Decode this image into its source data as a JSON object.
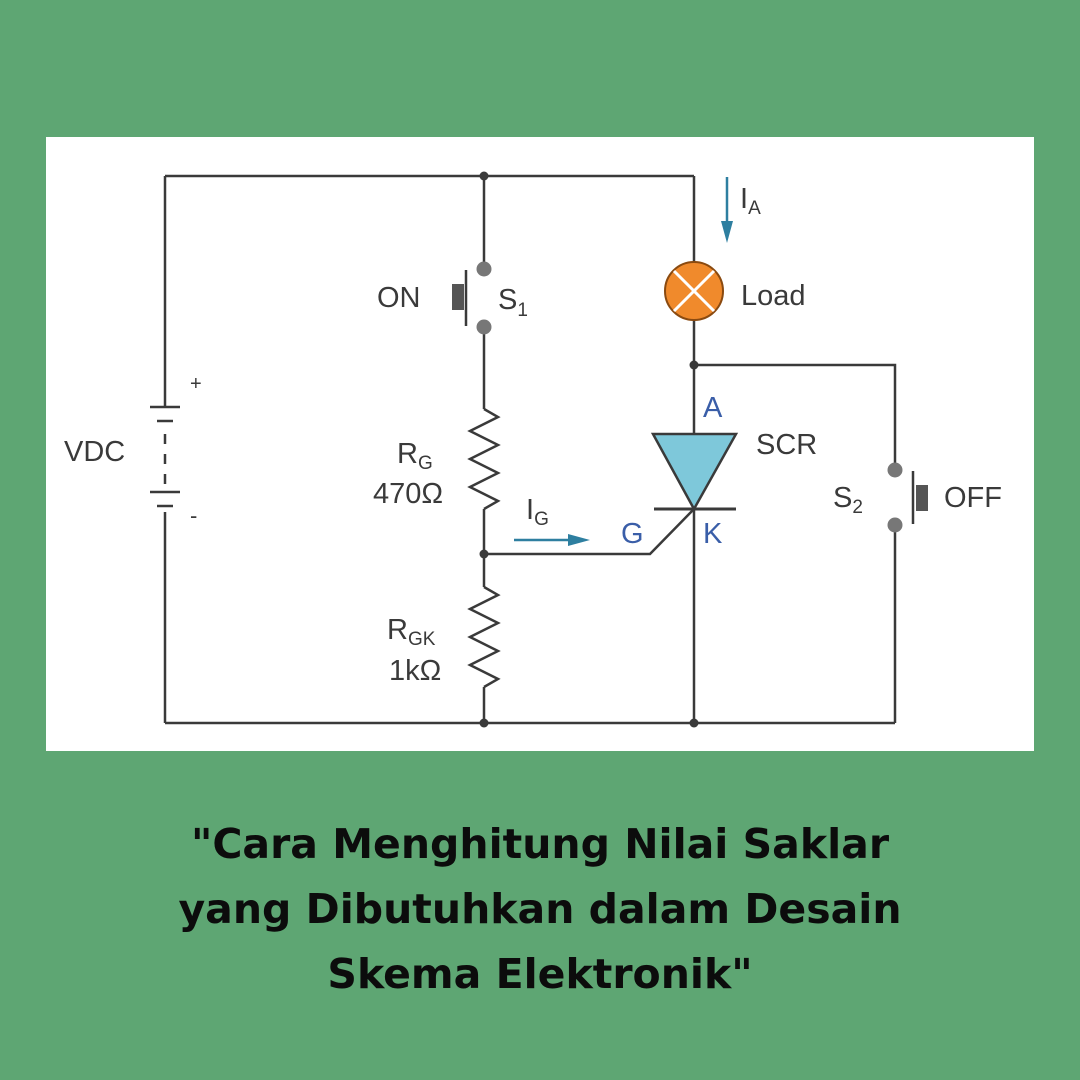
{
  "colors": {
    "background": "#5ea673",
    "panel": "#ffffff",
    "wire": "#3a3a3a",
    "lamp": "#f08a2c",
    "scr_fill": "#7ec8da",
    "arrow": "#2e7fa0",
    "pin_label": "#3a5ea8"
  },
  "diagram": {
    "source": {
      "label": "VDC",
      "plus": "+",
      "minus": "-"
    },
    "switch_on": {
      "label": "ON",
      "ref": "S",
      "ref_sub": "1"
    },
    "resistor_g": {
      "ref": "R",
      "ref_sub": "G",
      "value": "470Ω"
    },
    "resistor_gk": {
      "ref": "R",
      "ref_sub": "GK",
      "value": "1kΩ"
    },
    "gate_current": {
      "ref": "I",
      "ref_sub": "G"
    },
    "anode_current": {
      "ref": "I",
      "ref_sub": "A"
    },
    "load": {
      "label": "Load"
    },
    "scr": {
      "label": "SCR",
      "anode": "A",
      "cathode": "K",
      "gate": "G"
    },
    "switch_off": {
      "label": "OFF",
      "ref": "S",
      "ref_sub": "2"
    }
  },
  "caption": {
    "lines": [
      "\"Cara Menghitung Nilai Saklar",
      "yang Dibutuhkan dalam Desain",
      "Skema Elektronik\""
    ]
  }
}
